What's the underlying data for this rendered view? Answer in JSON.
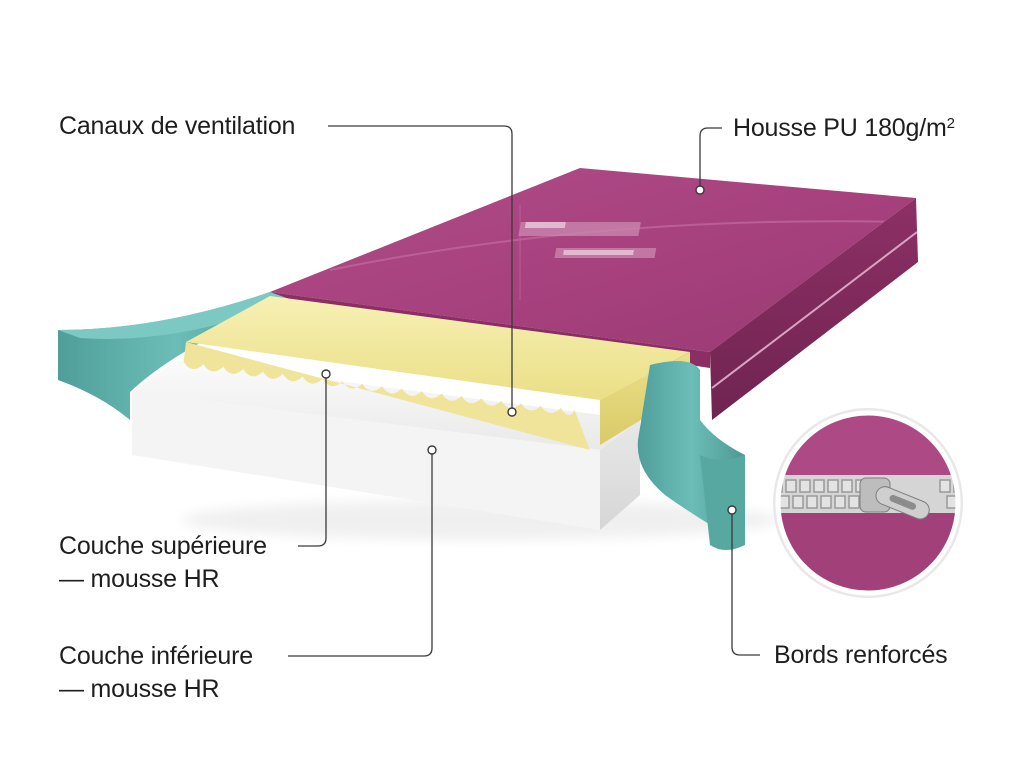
{
  "callouts": {
    "ventilation": {
      "text": "Canaux de ventilation"
    },
    "cover": {
      "text": "Housse PU 180g/m",
      "superscript": "2"
    },
    "top_layer": {
      "line1": "Couche supérieure",
      "line2": "— mousse HR"
    },
    "bottom_layer": {
      "line1": "Couche inférieure",
      "line2": "— mousse HR"
    },
    "edges": {
      "text": "Bords renforcés"
    }
  },
  "colors": {
    "cover_magenta": "#a8407e",
    "cover_magenta_dark": "#7e2a5c",
    "foam_yellow": "#f3eaa0",
    "foam_white": "#f2f2f2",
    "edge_teal": "#5fb3ae",
    "zipper_gray": "#c9c9c9",
    "leader_line": "#3a3a3a"
  },
  "icons": [
    "zipper-detail-icon"
  ]
}
